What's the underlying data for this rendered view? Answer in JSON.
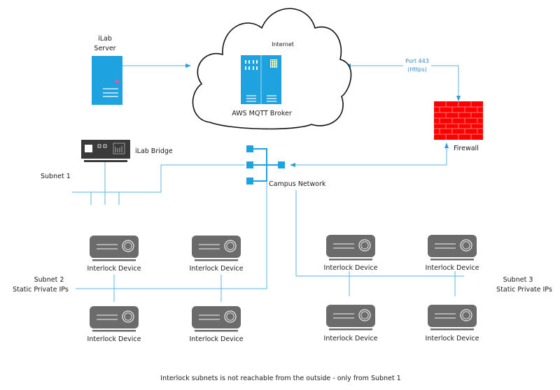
{
  "colors": {
    "wire": "#5bb6de",
    "server_blue": "#1ea3e0",
    "firewall_red": "#ff0000",
    "device_gray": "#6b6b6b",
    "bridge_dark": "#3a3a3a",
    "led_pink": "#e8559b"
  },
  "nodes": {
    "ilab_server": {
      "label_line1": "iLab",
      "label_line2": "Server",
      "icon": "server-icon"
    },
    "cloud": {
      "label": "Internet",
      "icon": "cloud-icon"
    },
    "broker": {
      "label": "AWS MQTT Broker",
      "icon": "server-rack-icon"
    },
    "firewall": {
      "label": "Firewall",
      "icon": "firewall-icon"
    },
    "bridge": {
      "label": "iLab Bridge",
      "icon": "bridge-device-icon"
    },
    "switch": {
      "label": "Campus Network",
      "icon": "network-switch-icon"
    }
  },
  "links": {
    "port_label_line1": "Port 443",
    "port_label_line2": "(Https)"
  },
  "subnets": {
    "subnet1": {
      "label": "Subnet 1"
    },
    "subnet2": {
      "label_line1": "Subnet 2",
      "label_line2": "Static Private IPs"
    },
    "subnet3": {
      "label_line1": "Subnet 3",
      "label_line2": "Static Private IPs"
    }
  },
  "devices": [
    {
      "label": "Interlock Device",
      "subnet": "Subnet 2"
    },
    {
      "label": "Interlock Device",
      "subnet": "Subnet 2"
    },
    {
      "label": "Interlock Device",
      "subnet": "Subnet 2"
    },
    {
      "label": "Interlock Device",
      "subnet": "Subnet 2"
    },
    {
      "label": "Interlock Device",
      "subnet": "Subnet 3"
    },
    {
      "label": "Interlock Device",
      "subnet": "Subnet 3"
    },
    {
      "label": "Interlock Device",
      "subnet": "Subnet 3"
    },
    {
      "label": "Interlock Device",
      "subnet": "Subnet 3"
    }
  ],
  "footer_note": "Interlock subnets is not reachable from the outside - only from Subnet 1"
}
